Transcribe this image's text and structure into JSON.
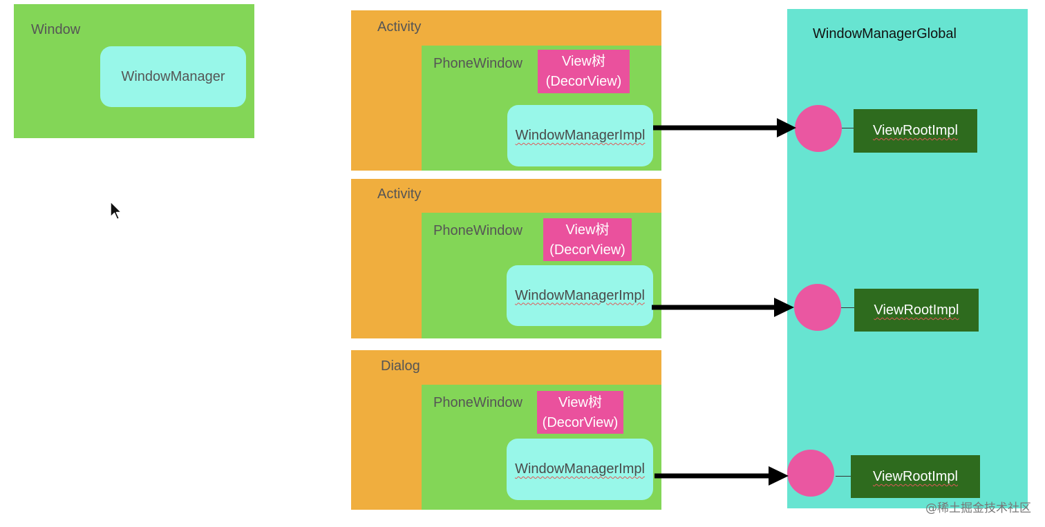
{
  "window_box": {
    "label": "Window",
    "manager_label": "WindowManager"
  },
  "containers": [
    {
      "label": "Activity",
      "phone_window": "PhoneWindow",
      "view_tree_line1": "View树",
      "view_tree_line2": "(DecorView)",
      "impl": "WindowManagerImpl"
    },
    {
      "label": "Activity",
      "phone_window": "PhoneWindow",
      "view_tree_line1": "View树",
      "view_tree_line2": "(DecorView)",
      "impl": "WindowManagerImpl"
    },
    {
      "label": "Dialog",
      "phone_window": "PhoneWindow",
      "view_tree_line1": "View树",
      "view_tree_line2": "(DecorView)",
      "impl": "WindowManagerImpl"
    }
  ],
  "global": {
    "title": "WindowManagerGlobal",
    "roots": [
      "ViewRootImpl",
      "ViewRootImpl",
      "ViewRootImpl"
    ]
  },
  "watermark": "@稀土掘金技术社区",
  "colors": {
    "window_green": "#83d657",
    "activity_orange": "#f0ae3e",
    "manager_cyan": "#98f7e9",
    "global_teal": "#67e4d1",
    "view_tree_pink": "#ea519d",
    "root_dark_green": "#2e6b1e"
  }
}
